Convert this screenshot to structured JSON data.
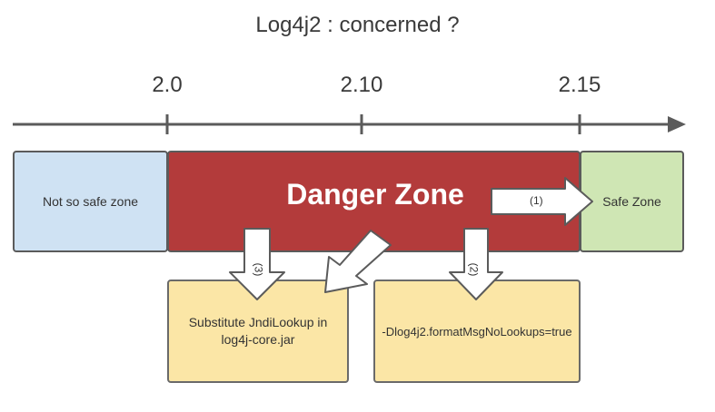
{
  "title": "Log4j2 : concerned ?",
  "timeline": {
    "ticks": [
      "2.0",
      "2.10",
      "2.15"
    ]
  },
  "zones": {
    "not_safe": "Not so safe zone",
    "danger": "Danger Zone",
    "safe": "Safe Zone"
  },
  "arrows": {
    "to_safe": "(1)",
    "flag": "(2)",
    "substitute": "(3)"
  },
  "boxes": {
    "substitute": "Substitute JndiLookup in log4j-core.jar",
    "flag": "-Dlog4j2.formatMsgNoLookups=true"
  },
  "colors": {
    "danger": "#b33b3b",
    "not_safe": "#cfe2f3",
    "safe": "#cfe6b4",
    "mitigation": "#fbe6a6",
    "outline": "#5b5b5b"
  }
}
